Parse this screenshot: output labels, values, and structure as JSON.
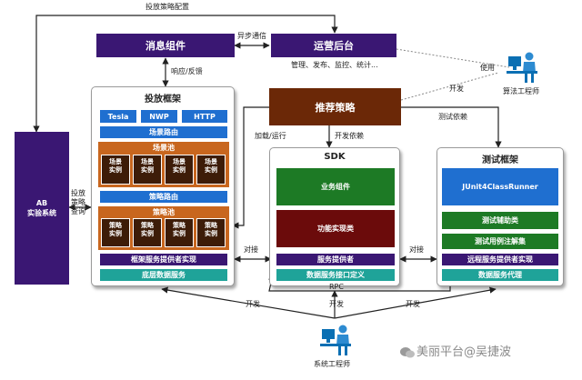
{
  "colors": {
    "purple": "#3a1773",
    "brown": "#6b2807",
    "blue": "#1f6fd0",
    "green": "#1d7a25",
    "darkred": "#6b0b0b",
    "teal": "#1fa399",
    "gray_link": "#888888"
  },
  "top": {
    "config_label": "投放策略配置"
  },
  "message": {
    "title": "消息组件",
    "async_label": "异步通信",
    "response_label": "响应/反馈"
  },
  "ops": {
    "title": "运营后台",
    "features": "管理、发布、监控、统计..."
  },
  "ab": {
    "title": "AB\n实验系统",
    "query_label": "投放\n策略\n查询"
  },
  "framework": {
    "title": "投放框架",
    "tabs": [
      "Tesla",
      "NWP",
      "HTTP"
    ],
    "scene_route": "场景路由",
    "scene_pool_title": "场景池",
    "scene_cells": [
      "场景\n实例",
      "场景\n实例",
      "场景\n实例",
      "场景\n实例"
    ],
    "strategy_route": "策略路由",
    "strategy_pool_title": "策略池",
    "strategy_cells": [
      "策略\n实例",
      "策略\n实例",
      "策略\n实例",
      "策略\n实例"
    ],
    "provider_impl": "框架服务提供者实现",
    "base_data": "底层数据服务"
  },
  "strategy": {
    "title": "推荐策略",
    "load_label": "加载/运行",
    "dep_label": "开发依赖"
  },
  "sdk": {
    "title": "SDK",
    "business": "业务组件",
    "function": "功能实现类",
    "provider": "服务提供者",
    "data_interface": "数据服务接口定义"
  },
  "test": {
    "title": "测试框架",
    "runner": "JUnit4ClassRunner",
    "helper": "测试辅助类",
    "annotation": "测试用例注解集",
    "remote_impl": "远程服务提供者实现",
    "proxy": "数据服务代理",
    "dep_label": "测试依赖"
  },
  "links": {
    "dock_left": "对接",
    "dock_right": "对接",
    "rpc": "RPC",
    "use": "使用",
    "develop_algo": "开发",
    "develop_left": "开发",
    "develop_mid": "开发",
    "develop_right": "开发"
  },
  "people": {
    "algo": "算法工程师",
    "system": "系统工程师"
  },
  "watermark": "美丽平台@吴捷波"
}
